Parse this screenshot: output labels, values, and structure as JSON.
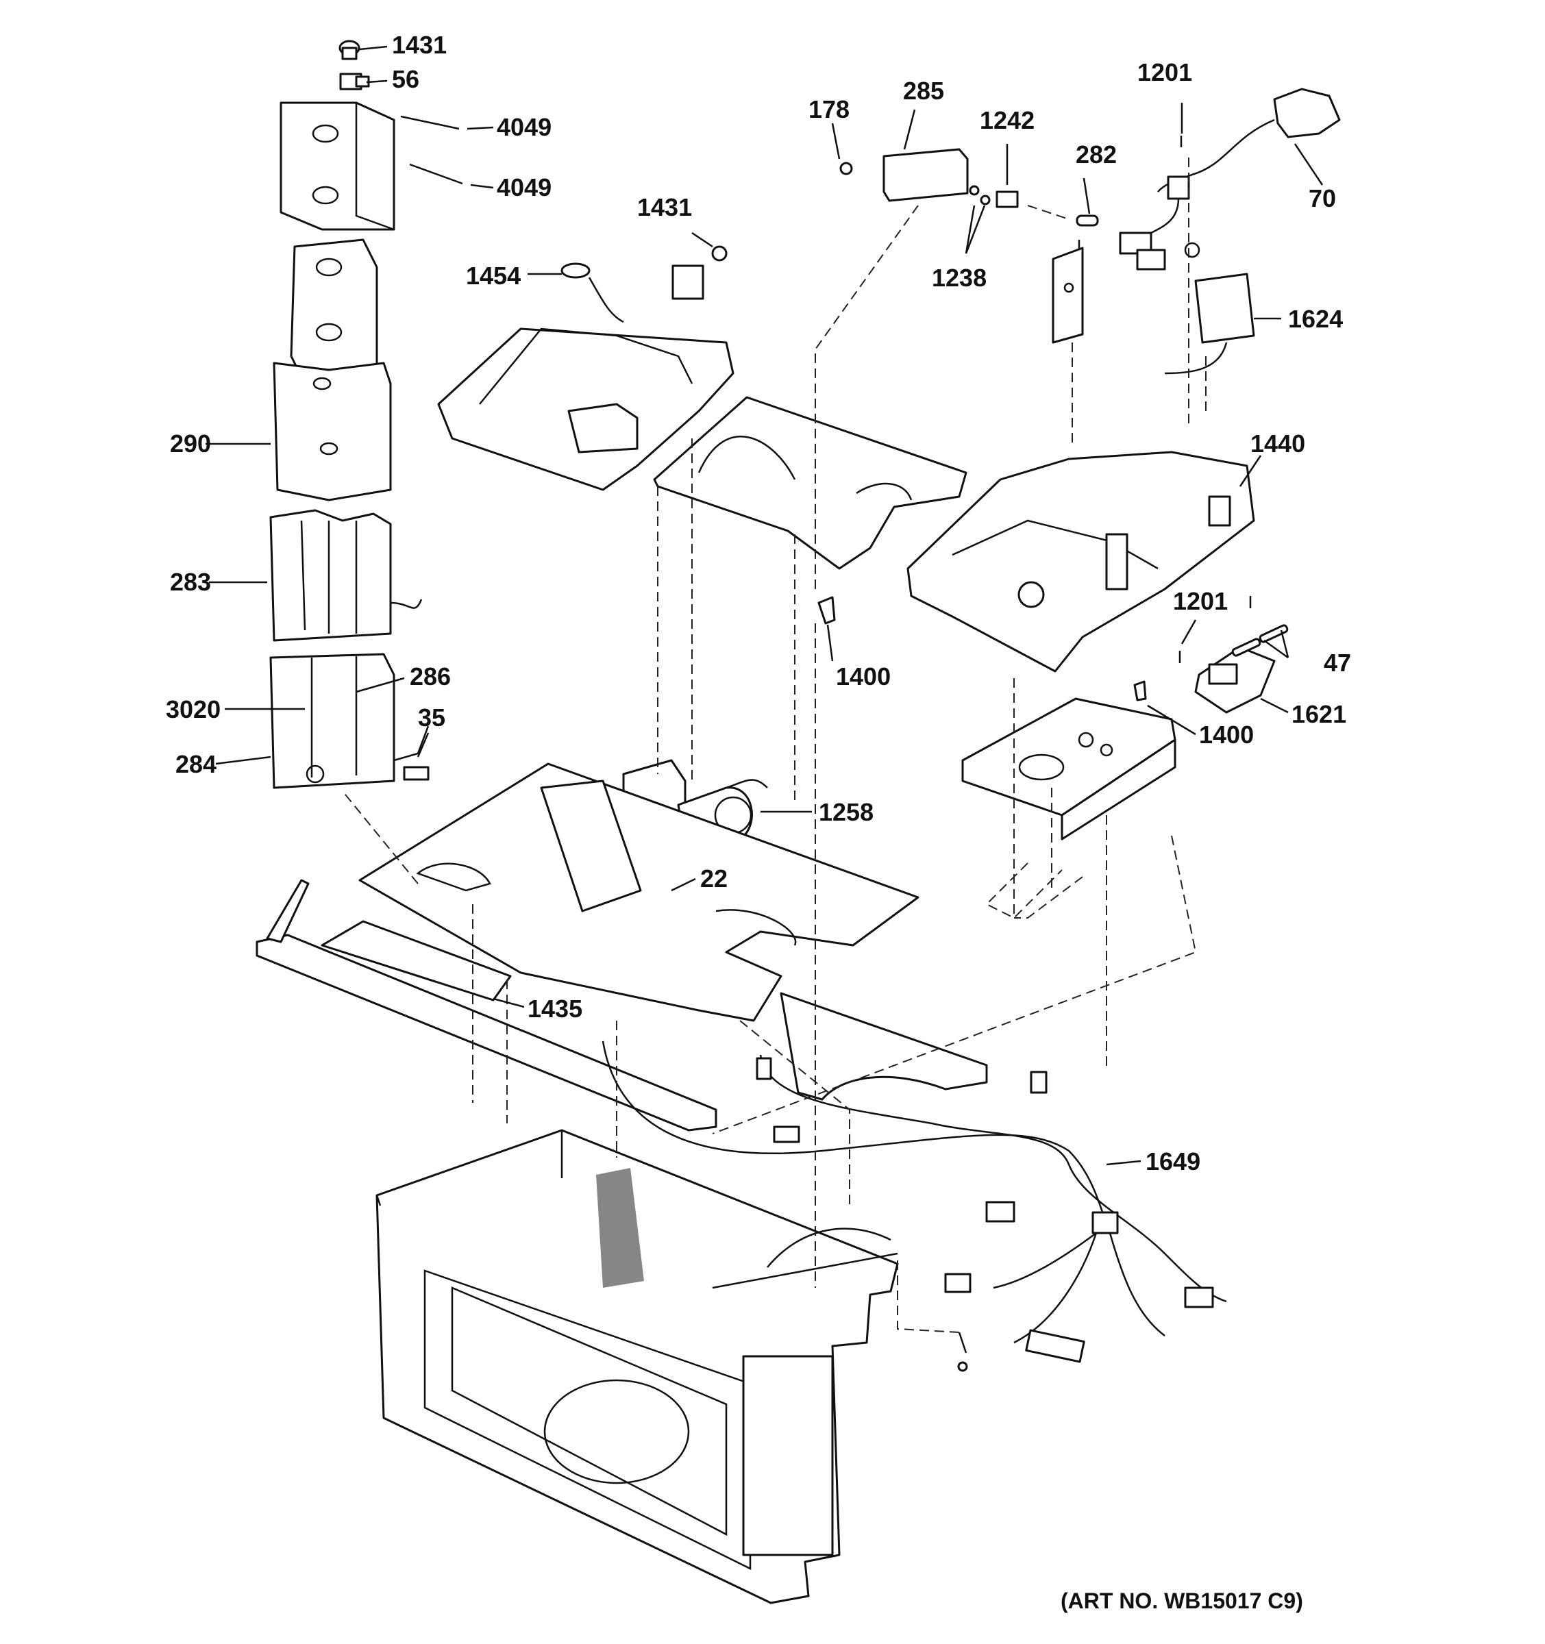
{
  "labels": {
    "l1431a": "1431",
    "l56": "56",
    "l4049a": "4049",
    "l4049b": "4049",
    "l1431b": "1431",
    "l1454": "1454",
    "l178": "178",
    "l285": "285",
    "l1242": "1242",
    "l282": "282",
    "l1201a": "1201",
    "l70": "70",
    "l1238": "1238",
    "l1624": "1624",
    "l290": "290",
    "l1440": "1440",
    "l283": "283",
    "l1201b": "1201",
    "l47": "47",
    "l1400a": "1400",
    "l286": "286",
    "l3020": "3020",
    "l1621": "1621",
    "l35": "35",
    "l1400b": "1400",
    "l284": "284",
    "l1258": "1258",
    "l22": "22",
    "l1435": "1435",
    "l1649": "1649"
  },
  "art_number": "(ART NO. WB15017 C9)"
}
